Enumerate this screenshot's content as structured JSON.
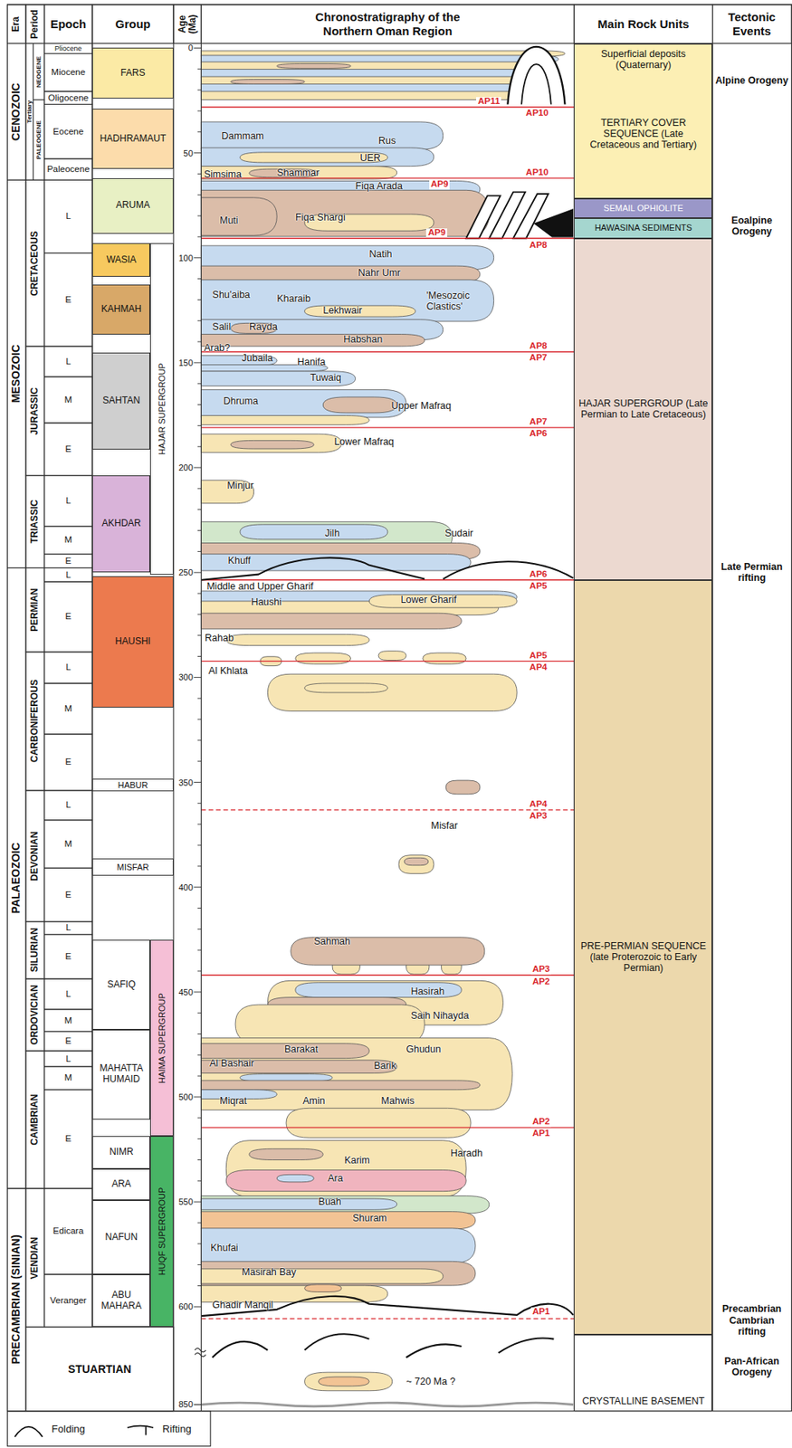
{
  "diagram": {
    "nodes": [
      {
        "text": [
          "FARS"
        ]
      },
      {
        "text": [
          "HADHRAMAUT"
        ]
      },
      {
        "text": [
          "ARUMA"
        ]
      },
      {
        "text": [
          "HAJAR SUPERGROUP"
        ]
      },
      {
        "text": [
          "WASIA"
        ]
      },
      {
        "text": [
          "KAHMAH"
        ]
      },
      {
        "text": [
          "SAHTAN"
        ]
      },
      {
        "text": [
          "AKHDAR"
        ]
      },
      {
        "text": [
          "HAUSHI"
        ]
      },
      {
        "text": [
          "HABUR"
        ]
      },
      {
        "text": [
          "MISFAR"
        ]
      },
      {
        "text": [
          "HAIMA SUPERGROUP"
        ]
      },
      {
        "text": [
          "SAFIQ"
        ]
      },
      {
        "text": [
          "MAHATTA HUMAID"
        ]
      },
      {
        "text": [
          "HUQF SUPERGROUP"
        ]
      },
      {
        "text": [
          "NIMR"
        ]
      },
      {
        "text": [
          "ARA"
        ]
      },
      {
        "text": [
          "NAFUN"
        ]
      },
      {
        "text": [
          "ABU MAHARA"
        ]
      },
      {
        "text": [
          "Superficial deposits (Quaternary)",
          "TERTIARY COVER SEQUENCE (Late Cretaceous and Tertiary)"
        ]
      },
      {
        "text": [
          "SEMAIL OPHIOLITE"
        ]
      },
      {
        "text": [
          "HAWASINA SEDIMENTS"
        ]
      },
      {
        "text": [
          "HAJAR SUPERGROUP (Late Permian to Late Cretaceous)"
        ]
      },
      {
        "text": [
          "PRE-PERMIAN SEQUENCE (late Proterozoic to Early Permian)"
        ]
      },
      {
        "text": [
          "CRYSTALLINE BASEMENT"
        ]
      }
    ],
    "labels": [
      "Era",
      "Period",
      "Epoch",
      "Group",
      "Age (Ma)",
      "Chronostratigraphy of the Northern Oman Region",
      "Main Rock Units",
      "Tectonic Events",
      "CENOZOIC",
      "MESOZOIC",
      "PALAEOZOIC",
      "PRECAMBRIAN (SINIAN)",
      "Tertiary",
      "NEOGENE",
      "PALEOGENE",
      "CRETACEOUS",
      "JURASSIC",
      "TRIASSIC",
      "PERMIAN",
      "CARBONIFEROUS",
      "DEVONIAN",
      "SILURIAN",
      "ORDOVICIAN",
      "CAMBRIAN",
      "VENDIAN",
      "Pliocene",
      "Miocene",
      "Oligocene",
      "Eocene",
      "Paleocene",
      "L",
      "E",
      "L",
      "M",
      "E",
      "L",
      "M",
      "E",
      "L",
      "E",
      "L",
      "M",
      "E",
      "L",
      "M",
      "E",
      "L",
      "E",
      "L",
      "M",
      "E",
      "L",
      "M",
      "E",
      "Edicara",
      "Veranger",
      "STUARTIAN",
      "0",
      "50",
      "100",
      "150",
      "200",
      "250",
      "300",
      "350",
      "400",
      "450",
      "500",
      "550",
      "600",
      "850",
      "AP11",
      "AP10",
      "AP10",
      "AP9",
      "AP9",
      "AP8",
      "AP8",
      "AP7",
      "AP7",
      "AP6",
      "AP6",
      "AP5",
      "AP5",
      "AP4",
      "AP4",
      "AP3",
      "AP3",
      "AP2",
      "AP2",
      "AP1",
      "AP1",
      "Dammam",
      "Rus",
      "UER",
      "Simsima",
      "Shammar",
      "Fiqa Arada",
      "Muti",
      "Fiqa Shargi",
      "Natih",
      "Nahr Umr",
      "'Mesozoic Clastics'",
      "Shu'aiba",
      "Kharaib",
      "Lekhwair",
      "Salil",
      "Rayda",
      "Habshan",
      "Arab?",
      "Jubaila",
      "Hanifa",
      "Tuwaiq",
      "Dhruma",
      "Upper Mafraq",
      "Lower Mafraq",
      "Minjur",
      "Jilh",
      "Sudair",
      "Khuff",
      "Middle and Upper Gharif",
      "Haushi",
      "Lower Gharif",
      "Rahab",
      "Al Khlata",
      "Misfar",
      "Sahmah",
      "Hasirah",
      "Saih Nihayda",
      "Barakat",
      "Ghudun",
      "Al Bashair",
      "Barik",
      "Miqrat",
      "Amin",
      "Mahwis",
      "Karim",
      "Haradh",
      "Ara",
      "Buah",
      "Shuram",
      "Khufai",
      "Masirah Bay",
      "Ghadir Manqil",
      "~ 720 Ma ?",
      "Alpine Orogeny",
      "Eoalpine Orogeny",
      "Late Permian rifting",
      "Precambrian Cambrian rifting",
      "Pan-African Orogeny"
    ],
    "legend": [
      {
        "text": "Folding"
      },
      {
        "text": "Rifting"
      }
    ]
  }
}
